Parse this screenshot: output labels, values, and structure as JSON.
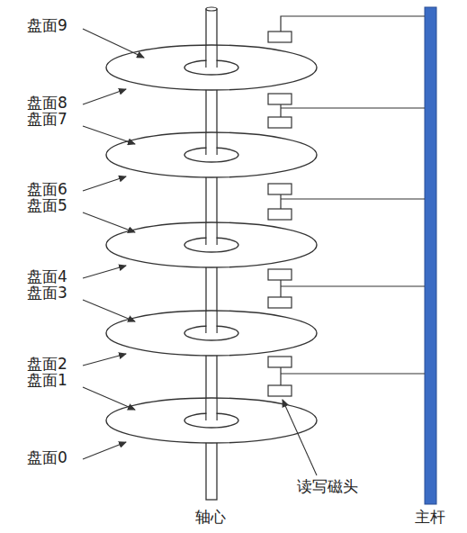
{
  "diagram": {
    "labels": [
      "盘面9",
      "盘面8",
      "盘面7",
      "盘面6",
      "盘面5",
      "盘面4",
      "盘面3",
      "盘面2",
      "盘面1",
      "盘面0",
      "读写磁头",
      "轴心",
      "主杆"
    ]
  }
}
